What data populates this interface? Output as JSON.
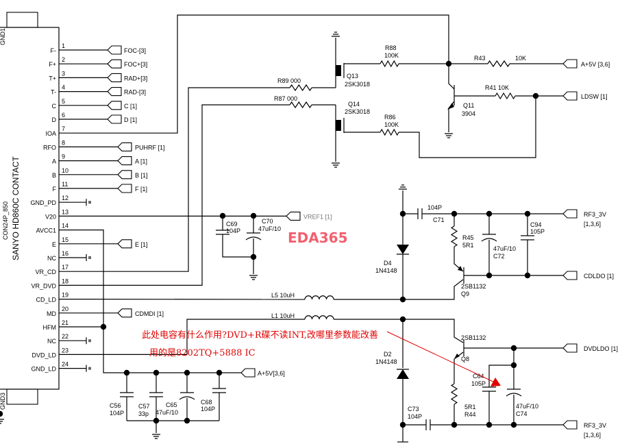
{
  "connector": {
    "title": "SANYO HD860C CONTACT",
    "part": "CON24P_850",
    "gnd_top": "GND1",
    "gnd_bottom": "GND3",
    "pins": [
      {
        "num": "1",
        "name": "F-"
      },
      {
        "num": "2",
        "name": "F+"
      },
      {
        "num": "3",
        "name": "T+"
      },
      {
        "num": "4",
        "name": "T-"
      },
      {
        "num": "5",
        "name": "C"
      },
      {
        "num": "6",
        "name": "D"
      },
      {
        "num": "7",
        "name": "IOA"
      },
      {
        "num": "8",
        "name": "RFO"
      },
      {
        "num": "9",
        "name": "A"
      },
      {
        "num": "10",
        "name": "B"
      },
      {
        "num": "11",
        "name": "F"
      },
      {
        "num": "12",
        "name": "GND_PD"
      },
      {
        "num": "13",
        "name": "V20"
      },
      {
        "num": "14",
        "name": "AVCC1"
      },
      {
        "num": "15",
        "name": "E"
      },
      {
        "num": "16",
        "name": "NC"
      },
      {
        "num": "17",
        "name": "VR_CD"
      },
      {
        "num": "18",
        "name": "VR_DVD"
      },
      {
        "num": "19",
        "name": "CD_LD"
      },
      {
        "num": "20",
        "name": "MD"
      },
      {
        "num": "21",
        "name": "HFM"
      },
      {
        "num": "22",
        "name": "NC"
      },
      {
        "num": "23",
        "name": "DVD_LD"
      },
      {
        "num": "24",
        "name": "GND_LD"
      }
    ]
  },
  "ports": {
    "foc_minus": "FOC-[3]",
    "foc_plus": "FOC+[3]",
    "rad_plus": "RAD+[3]",
    "rad_minus": "RAD-[3]",
    "c": "C   [1]",
    "d": "D   [1]",
    "puhrf": "PUHRF [1]",
    "a": "A [1]",
    "b": "B [1]",
    "f": "F [1]",
    "e": "E [1]",
    "cdmdi": "CDMDI [1]",
    "vref1": "VREF1 [1]",
    "a5v_bottom": "A+5V[3,6]",
    "a5v_top": "A+5V  [3,6]",
    "ldsw": "LDSW [1]",
    "rf33_top": "RF3_3V",
    "rf33_top_ref": "[1,3,6]",
    "cdldo": "CDLDO  [1]",
    "dvdldo": "DVDLDO  [1]",
    "rf33_bottom": "RF3_3V",
    "rf33_bottom_ref": "[1,3,6]"
  },
  "components": {
    "r89": "R89 000",
    "r87": "R87 000",
    "r88_ref": "R88",
    "r88_val": "100K",
    "r86_ref": "R86",
    "r86_val": "100K",
    "q13_ref": "Q13",
    "q13_part": "2SK3018",
    "q14_ref": "Q14",
    "q14_part": "2SK3018",
    "r43_ref": "R43",
    "r43_val": "10K",
    "r41": "R41 10K",
    "q11_ref": "Q11",
    "q11_part": "3904",
    "c69_ref": "C69",
    "c69_val": "104P",
    "c70_ref": "C70",
    "c70_val": "47uF/10",
    "c71_ref": "C71",
    "c71_val": "104P",
    "r45_ref": "R45",
    "r45_val": "5R1",
    "c72_ref": "C72",
    "c72_val": "47uF/10",
    "c94_ref": "C94",
    "c94_val": "105P",
    "d4_ref": "D4",
    "d4_part": "1N4148",
    "q9_part": "2SB1132",
    "q9_ref": "Q9",
    "l5": "L5   10uH",
    "l1": "L1   10uH",
    "q8_part": "2SB1132",
    "q8_ref": "Q8",
    "d2_ref": "D2",
    "d2_part": "1N4148",
    "c64_ref": "C64",
    "c64_val": "105P",
    "c74_val": "47uF/10",
    "c74_ref": "C74",
    "c73_ref": "C73",
    "c73_val": "104P",
    "r44_val": "5R1",
    "r44_ref": "R44",
    "c56_ref": "C56",
    "c56_val": "104P",
    "c57_ref": "C57",
    "c57_val": "33p",
    "c65_ref": "C65",
    "c65_val": "47uF/10",
    "c68_ref": "C68",
    "c68_val": "104P"
  },
  "annotation": {
    "line1": "此处电容有什么作用?DVD+R碟不读INT,改哪里参数能改善",
    "line2": "用的是8202TQ+5888   IC",
    "color": "#e00000"
  },
  "watermark": "EDA365"
}
